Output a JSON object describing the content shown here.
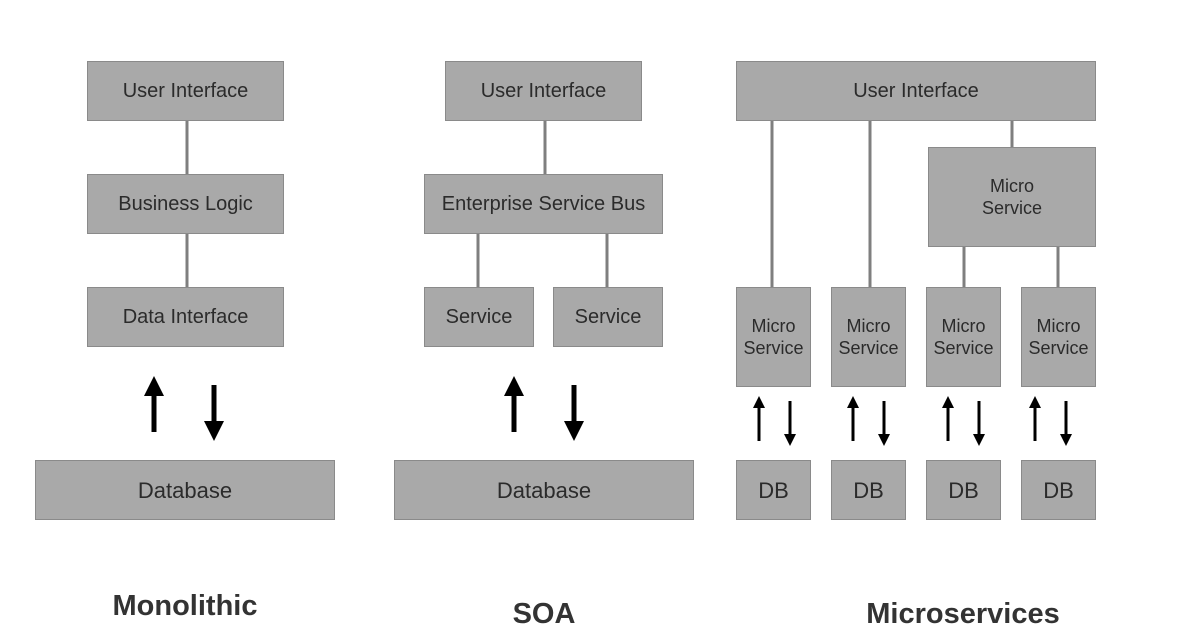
{
  "monolithic": {
    "ui": "User Interface",
    "logic": "Business Logic",
    "data": "Data Interface",
    "db": "Database",
    "caption": "Monolithic"
  },
  "soa": {
    "ui": "User Interface",
    "esb": "Enterprise Service Bus",
    "service1": "Service",
    "service2": "Service",
    "db": "Database",
    "caption": "SOA"
  },
  "microservices": {
    "ui": "User Interface",
    "top_service": "Micro\nService",
    "services": [
      "Micro\nService",
      "Micro\nService",
      "Micro\nService",
      "Micro\nService"
    ],
    "dbs": [
      "DB",
      "DB",
      "DB",
      "DB"
    ],
    "caption": "Microservices"
  },
  "colors": {
    "box_fill": "#a9a9a9",
    "box_border": "#8a8a8a",
    "connector": "#7f7f7f",
    "arrow": "#000000"
  }
}
